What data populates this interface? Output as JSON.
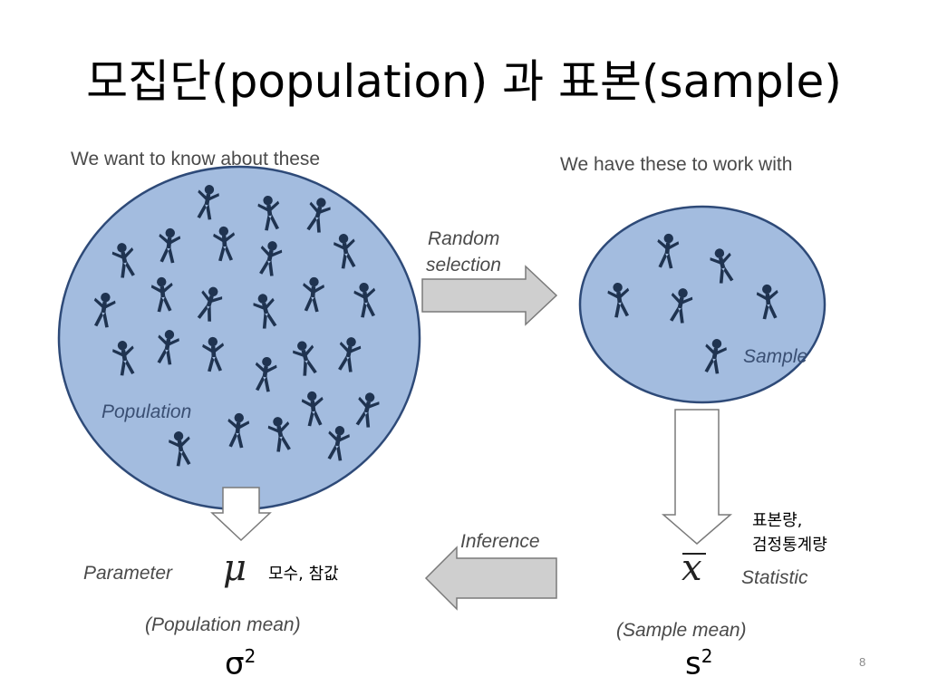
{
  "title": "모집단(population) 과 표본(sample)",
  "captions": {
    "left_top": "We want to know about these",
    "right_top": "We have these to work with",
    "random_line1": "Random",
    "random_line2": "selection",
    "population": "Population",
    "sample": "Sample",
    "inference": "Inference",
    "parameter": "Parameter",
    "statistic": "Statistic",
    "population_mean": "(Population mean)",
    "sample_mean": "(Sample mean)"
  },
  "symbols": {
    "mu": "μ",
    "xbar": "x",
    "sigma": "σ",
    "s": "s",
    "squared": "2"
  },
  "korean": {
    "parameter_note": "모수, 참값",
    "statistic_note_line1": "표본량,",
    "statistic_note_line2": "검정통계량"
  },
  "page_number": "8",
  "colors": {
    "circle_fill": "#a3bcdf",
    "circle_stroke": "#2e4a78",
    "figure_fill": "#1f3350",
    "arrow_fill": "#cfcfcf",
    "arrow_stroke": "#7a7a7a"
  }
}
